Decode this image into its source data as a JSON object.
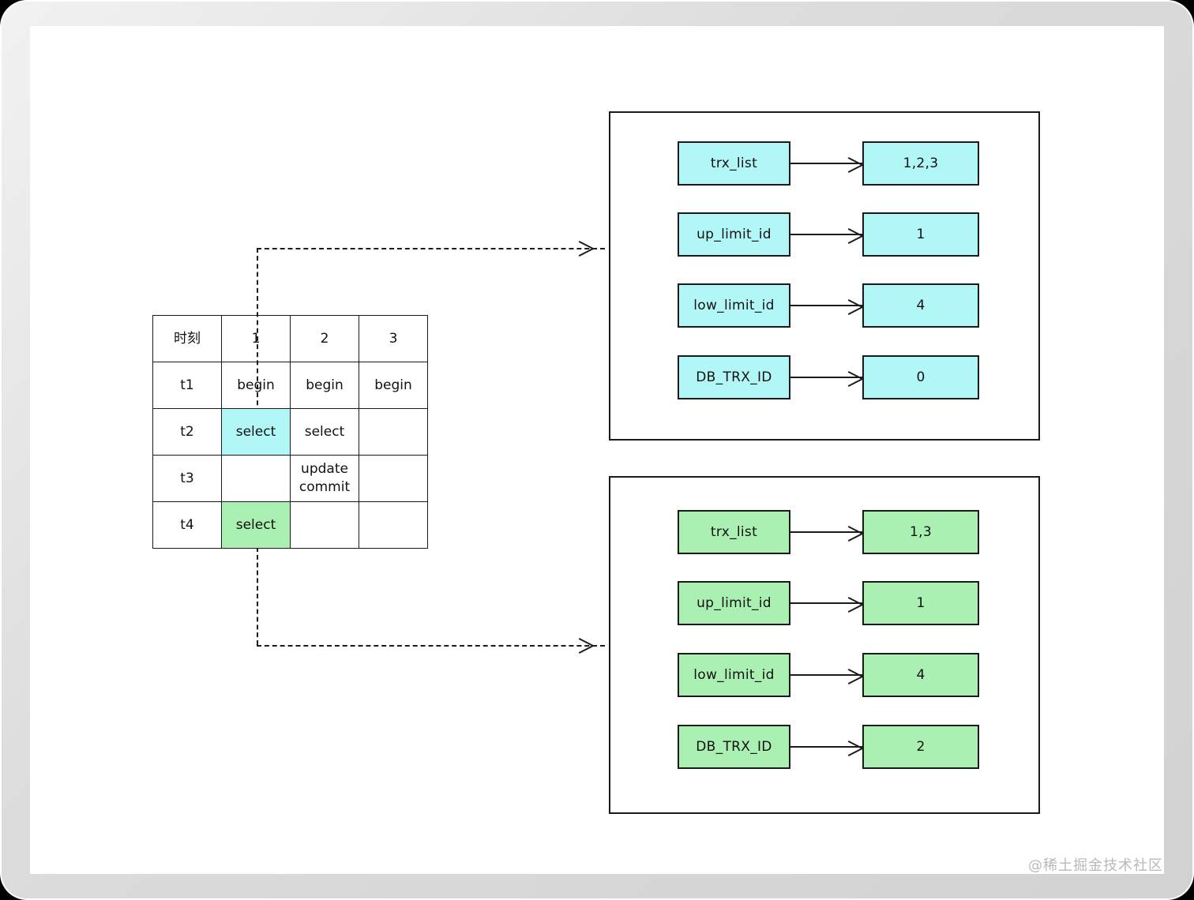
{
  "diagram": {
    "title": "MVCC read-view timeline diagram",
    "colors": {
      "cyan_fill": "#b2f7f7",
      "green_fill": "#a9f0b2",
      "stroke": "#1a1a1a",
      "canvas": "#ffffff",
      "frame": "#d2d2d2"
    }
  },
  "timeline_table": {
    "name": "transaction-timeline-table",
    "header": [
      "时刻",
      "1",
      "2",
      "3"
    ],
    "rows": [
      {
        "time": "t1",
        "cells": [
          {
            "text": "begin",
            "fill": "none"
          },
          {
            "text": "begin",
            "fill": "none"
          },
          {
            "text": "begin",
            "fill": "none"
          }
        ]
      },
      {
        "time": "t2",
        "cells": [
          {
            "text": "select",
            "fill": "cyan"
          },
          {
            "text": "select",
            "fill": "none"
          },
          {
            "text": "",
            "fill": "none"
          }
        ]
      },
      {
        "time": "t3",
        "cells": [
          {
            "text": "",
            "fill": "none"
          },
          {
            "text": "update\ncommit",
            "fill": "none"
          },
          {
            "text": "",
            "fill": "none"
          }
        ]
      },
      {
        "time": "t4",
        "cells": [
          {
            "text": "select",
            "fill": "green"
          },
          {
            "text": "",
            "fill": "none"
          },
          {
            "text": "",
            "fill": "none"
          }
        ]
      }
    ]
  },
  "panels": [
    {
      "name": "read-view-panel-t2",
      "fill": "cyan",
      "rows": [
        {
          "key": "trx_list",
          "value": "1,2,3"
        },
        {
          "key": "up_limit_id",
          "value": "1"
        },
        {
          "key": "low_limit_id",
          "value": "4"
        },
        {
          "key": "DB_TRX_ID",
          "value": "0"
        }
      ]
    },
    {
      "name": "read-view-panel-t4",
      "fill": "green",
      "rows": [
        {
          "key": "trx_list",
          "value": "1,3"
        },
        {
          "key": "up_limit_id",
          "value": "1"
        },
        {
          "key": "low_limit_id",
          "value": "4"
        },
        {
          "key": "DB_TRX_ID",
          "value": "2"
        }
      ]
    }
  ],
  "connectors": [
    {
      "name": "connector-t2-to-top-panel",
      "style": "dashed",
      "from": "timeline t2 select cell",
      "to": "read-view-panel-t2"
    },
    {
      "name": "connector-t4-to-bottom-panel",
      "style": "dashed",
      "from": "timeline t4 select cell",
      "to": "read-view-panel-t4"
    }
  ],
  "watermark": {
    "text": "@稀土掘金技术社区"
  }
}
